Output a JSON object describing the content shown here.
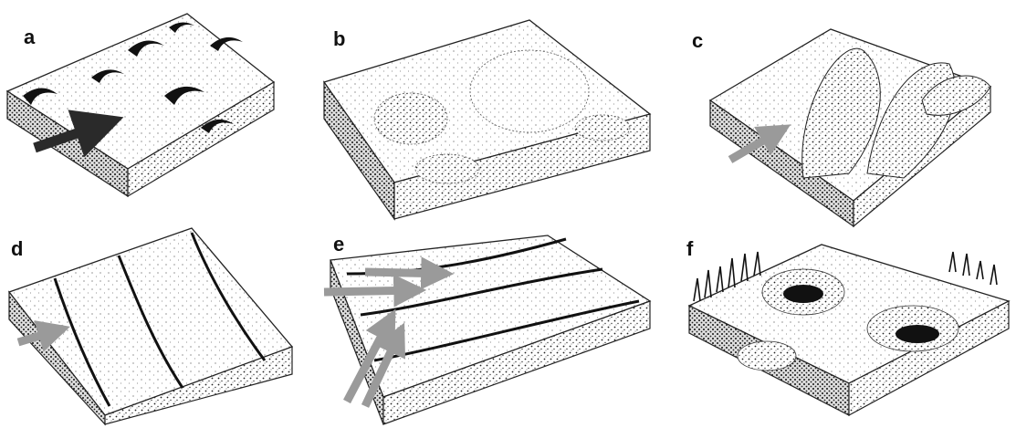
{
  "panels": [
    {
      "label": "a",
      "arrow_color": "#2a2a2a"
    },
    {
      "label": "b"
    },
    {
      "label": "c",
      "arrow_color": "#9a9a9a"
    },
    {
      "label": "d",
      "arrow_color": "#9a9a9a"
    },
    {
      "label": "e",
      "arrow_color": "#9a9a9a"
    },
    {
      "label": "f"
    }
  ]
}
